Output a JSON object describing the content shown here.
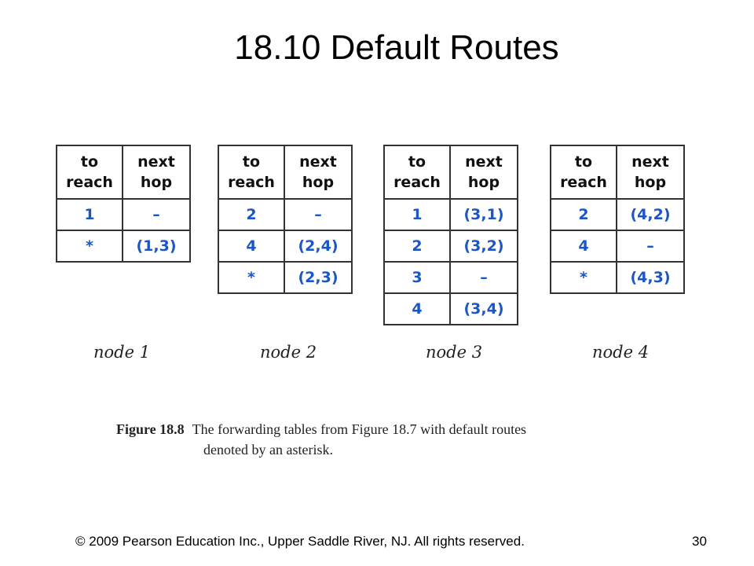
{
  "slide": {
    "title": "18.10  Default Routes",
    "footer": "© 2009 Pearson Education Inc., Upper Saddle River, NJ. All rights reserved.",
    "page_number": "30"
  },
  "figure": {
    "header_to": "to",
    "header_reach": "reach",
    "header_next": "next",
    "header_hop": "hop",
    "tables": [
      {
        "label": "node 1",
        "rows": [
          {
            "dest": "1",
            "hop": "–"
          },
          {
            "dest": "*",
            "hop": "(1,3)"
          }
        ]
      },
      {
        "label": "node 2",
        "rows": [
          {
            "dest": "2",
            "hop": "–"
          },
          {
            "dest": "4",
            "hop": "(2,4)"
          },
          {
            "dest": "*",
            "hop": "(2,3)"
          }
        ]
      },
      {
        "label": "node 3",
        "rows": [
          {
            "dest": "1",
            "hop": "(3,1)"
          },
          {
            "dest": "2",
            "hop": "(3,2)"
          },
          {
            "dest": "3",
            "hop": "–"
          },
          {
            "dest": "4",
            "hop": "(3,4)"
          }
        ]
      },
      {
        "label": "node 4",
        "rows": [
          {
            "dest": "2",
            "hop": "(4,2)"
          },
          {
            "dest": "4",
            "hop": "–"
          },
          {
            "dest": "*",
            "hop": "(4,3)"
          }
        ]
      }
    ],
    "caption_label": "Figure 18.8",
    "caption_line1": "The forwarding tables from Figure 18.7 with default routes",
    "caption_line2": "denoted by an asterisk."
  }
}
